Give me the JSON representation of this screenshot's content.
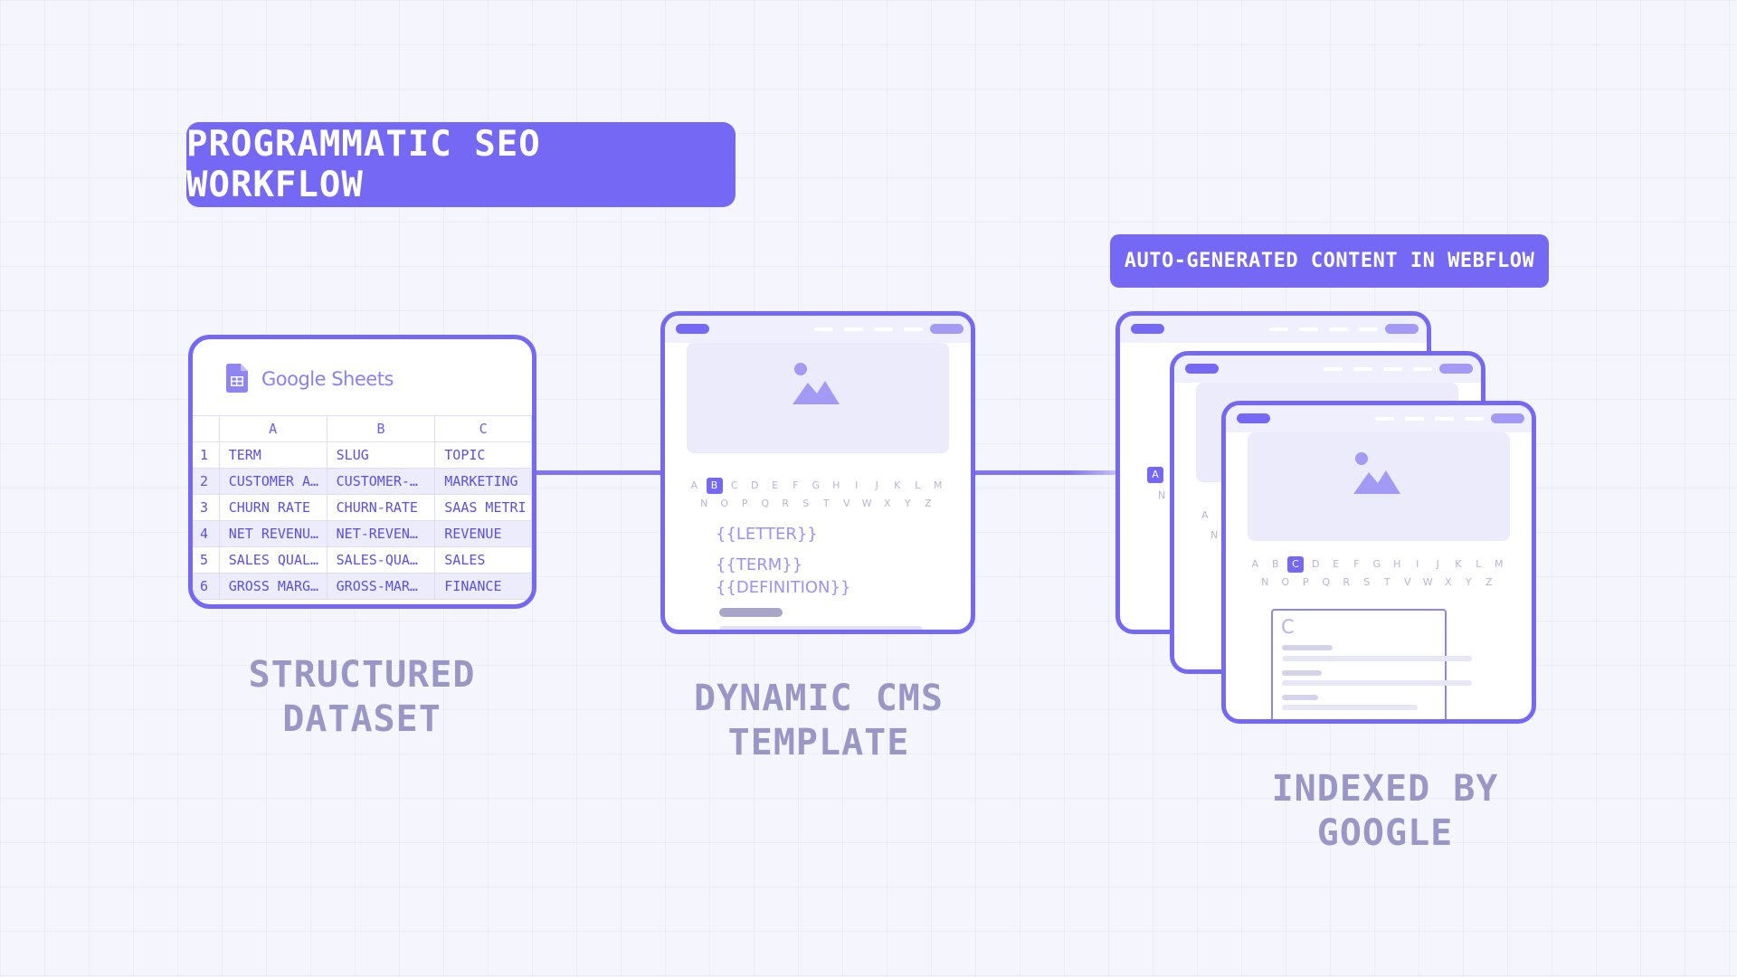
{
  "title": "PROGRAMMATIC SEO WORKFLOW",
  "tag": "AUTO-GENERATED CONTENT IN WEBFLOW",
  "sheets": {
    "brand": "Google Sheets",
    "columns": [
      "A",
      "B",
      "C"
    ],
    "rows": [
      {
        "n": "1",
        "a": "TERM",
        "b": "SLUG",
        "c": "TOPIC"
      },
      {
        "n": "2",
        "a": "CUSTOMER A…",
        "b": "CUSTOMER-…",
        "c": "MARKETING"
      },
      {
        "n": "3",
        "a": "CHURN RATE",
        "b": "CHURN-RATE",
        "c": "SAAS METRI"
      },
      {
        "n": "4",
        "a": "NET REVENU…",
        "b": "NET-REVEN…",
        "c": "REVENUE"
      },
      {
        "n": "5",
        "a": "SALES QUAL…",
        "b": "SALES-QUA…",
        "c": "SALES"
      },
      {
        "n": "6",
        "a": "GROSS MARG…",
        "b": "GROSS-MAR…",
        "c": "FINANCE"
      }
    ]
  },
  "captions": {
    "dataset": [
      "STRUCTURED",
      "DATASET"
    ],
    "template": [
      "DYNAMIC CMS",
      "TEMPLATE"
    ],
    "indexed": [
      "INDEXED BY",
      "GOOGLE"
    ]
  },
  "template": {
    "alphabet_row1": [
      "A",
      "B",
      "C",
      "D",
      "E",
      "F",
      "G",
      "H",
      "I",
      "J",
      "K",
      "L",
      "M"
    ],
    "alphabet_row2": [
      "N",
      "O",
      "P",
      "Q",
      "R",
      "S",
      "T",
      "V",
      "W",
      "X",
      "Y",
      "Z"
    ],
    "selected_letter": "B",
    "letter_placeholder": "{{LETTER}}",
    "term_placeholder": "{{TERM}}",
    "definition_placeholder": "{{DEFINITION}}"
  },
  "pages": {
    "back_letter": "A",
    "back_sub": "N",
    "mid_letter": "A",
    "mid_sub": "N",
    "front_selected_letter": "C",
    "front_card_letter": "C"
  },
  "colors": {
    "accent": "#7468f4",
    "caption": "#9a96c6",
    "background": "#f5f5fe"
  }
}
